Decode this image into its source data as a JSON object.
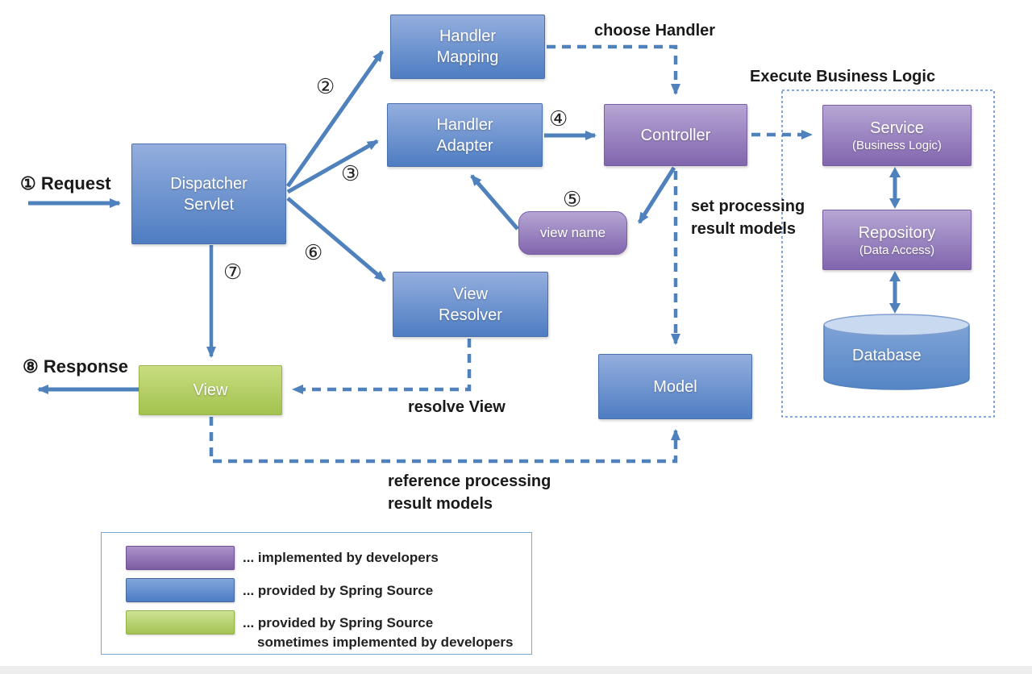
{
  "title": "Spring MVC request processing flow diagram",
  "nodes": {
    "dispatcher_servlet": {
      "line1": "Dispatcher",
      "line2": "Servlet"
    },
    "handler_mapping": {
      "line1": "Handler",
      "line2": "Mapping"
    },
    "handler_adapter": {
      "line1": "Handler",
      "line2": "Adapter"
    },
    "view_resolver": {
      "line1": "View",
      "line2": "Resolver"
    },
    "controller": {
      "label": "Controller"
    },
    "view_name": {
      "label": "view name"
    },
    "service": {
      "label": "Service",
      "sub": "(Business Logic)"
    },
    "repository": {
      "label": "Repository",
      "sub": "(Data Access)"
    },
    "database": {
      "label": "Database"
    },
    "model": {
      "label": "Model"
    },
    "view": {
      "label": "View"
    }
  },
  "labels": {
    "request": "① Request",
    "response": "⑧ Response",
    "step2": "②",
    "step3": "③",
    "step4": "④",
    "step5": "⑤",
    "step6": "⑥",
    "step7": "⑦",
    "choose_handler": "choose Handler",
    "execute_business_logic": "Execute Business Logic",
    "set_processing_line1": "set processing",
    "set_processing_line2": "result models",
    "resolve_view": "resolve View",
    "reference_line1": "reference processing",
    "reference_line2": "result models"
  },
  "legend": {
    "items": [
      {
        "color_name": "purple",
        "text": "... implemented by developers"
      },
      {
        "color_name": "blue",
        "text": "... provided by Spring Source"
      },
      {
        "color_name": "green",
        "text": "... provided by Spring Source",
        "text2": "sometimes implemented by developers"
      }
    ]
  },
  "colors": {
    "box_blue_top": "#94AEDE",
    "box_blue_bottom": "#4E7DC2",
    "box_purple_top": "#B6A6D4",
    "box_purple_bottom": "#8165AE",
    "box_green_top": "#C8DE82",
    "box_green_bottom": "#A2C24E",
    "arrow_blue": "#4F81BD",
    "label_black": "#1a1a1a",
    "legend_border": "#7BA7D7"
  }
}
